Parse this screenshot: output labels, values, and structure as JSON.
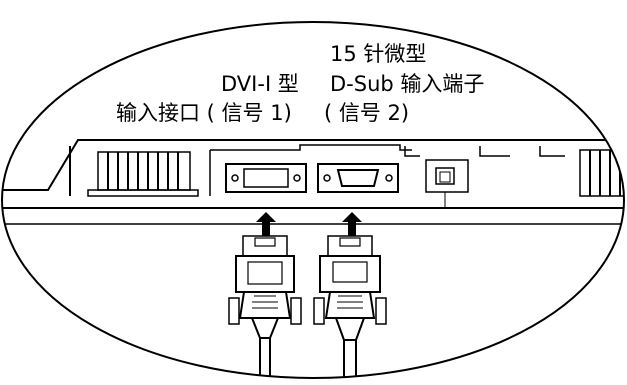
{
  "labels": {
    "dvi_line1": "DVI-I 型",
    "dvi_line2": "输入接口 ( 信号 1)",
    "dsub_line1": "15 针微型",
    "dsub_line2": "D-Sub 输入端子",
    "dsub_line3": "( 信号 2)"
  }
}
